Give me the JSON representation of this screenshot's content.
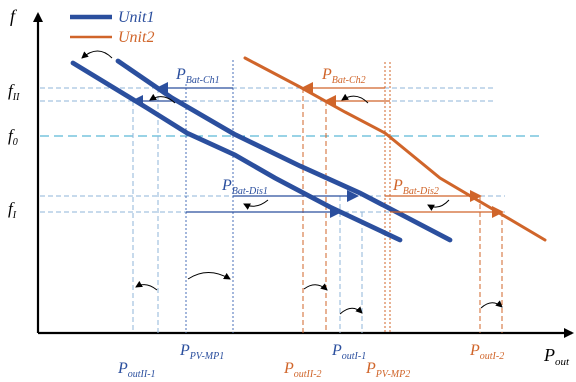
{
  "colors": {
    "unit1": "#2b4f9e",
    "unit2": "#d0652a",
    "axis": "#000000",
    "guide_blue": "#4a6fb8",
    "guide_orange": "#d0652a",
    "guide_cyan": "#33a7cc",
    "light_blue": "#8fb4da"
  },
  "axes": {
    "y_label": "f",
    "x_label": {
      "main": "P",
      "sub": "out"
    }
  },
  "legend": [
    {
      "name": "Unit1",
      "series": "unit1"
    },
    {
      "name": "Unit2",
      "series": "unit2"
    }
  ],
  "frequency_labels": [
    {
      "id": "f-ii",
      "main": "f",
      "sub": "II"
    },
    {
      "id": "f-0",
      "main": "f",
      "sub": "0"
    },
    {
      "id": "f-i",
      "main": "f",
      "sub": "I"
    }
  ],
  "power_labels": [
    {
      "id": "p-bat-ch1",
      "main": "P",
      "sub": "Bat-Ch1",
      "series": "unit1"
    },
    {
      "id": "p-bat-ch2",
      "main": "P",
      "sub": "Bat-Ch2",
      "series": "unit2"
    },
    {
      "id": "p-bat-dis1",
      "main": "P",
      "sub": "Bat-Dis1",
      "series": "unit1"
    },
    {
      "id": "p-bat-dis2",
      "main": "P",
      "sub": "Bat-Dis2",
      "series": "unit2"
    }
  ],
  "x_labels": [
    {
      "id": "p-outii-1",
      "main": "P",
      "sub": "outII-1",
      "series": "unit1"
    },
    {
      "id": "p-pv-mp1",
      "main": "P",
      "sub": "PV-MP1",
      "series": "unit1"
    },
    {
      "id": "p-outii-2",
      "main": "P",
      "sub": "outII-2",
      "series": "unit2"
    },
    {
      "id": "p-outi-1",
      "main": "P",
      "sub": "outI-1",
      "series": "unit1"
    },
    {
      "id": "p-pv-mp2",
      "main": "P",
      "sub": "PV-MP2",
      "series": "unit2"
    },
    {
      "id": "p-outi-2",
      "main": "P",
      "sub": "outI-2",
      "series": "unit2"
    }
  ]
}
